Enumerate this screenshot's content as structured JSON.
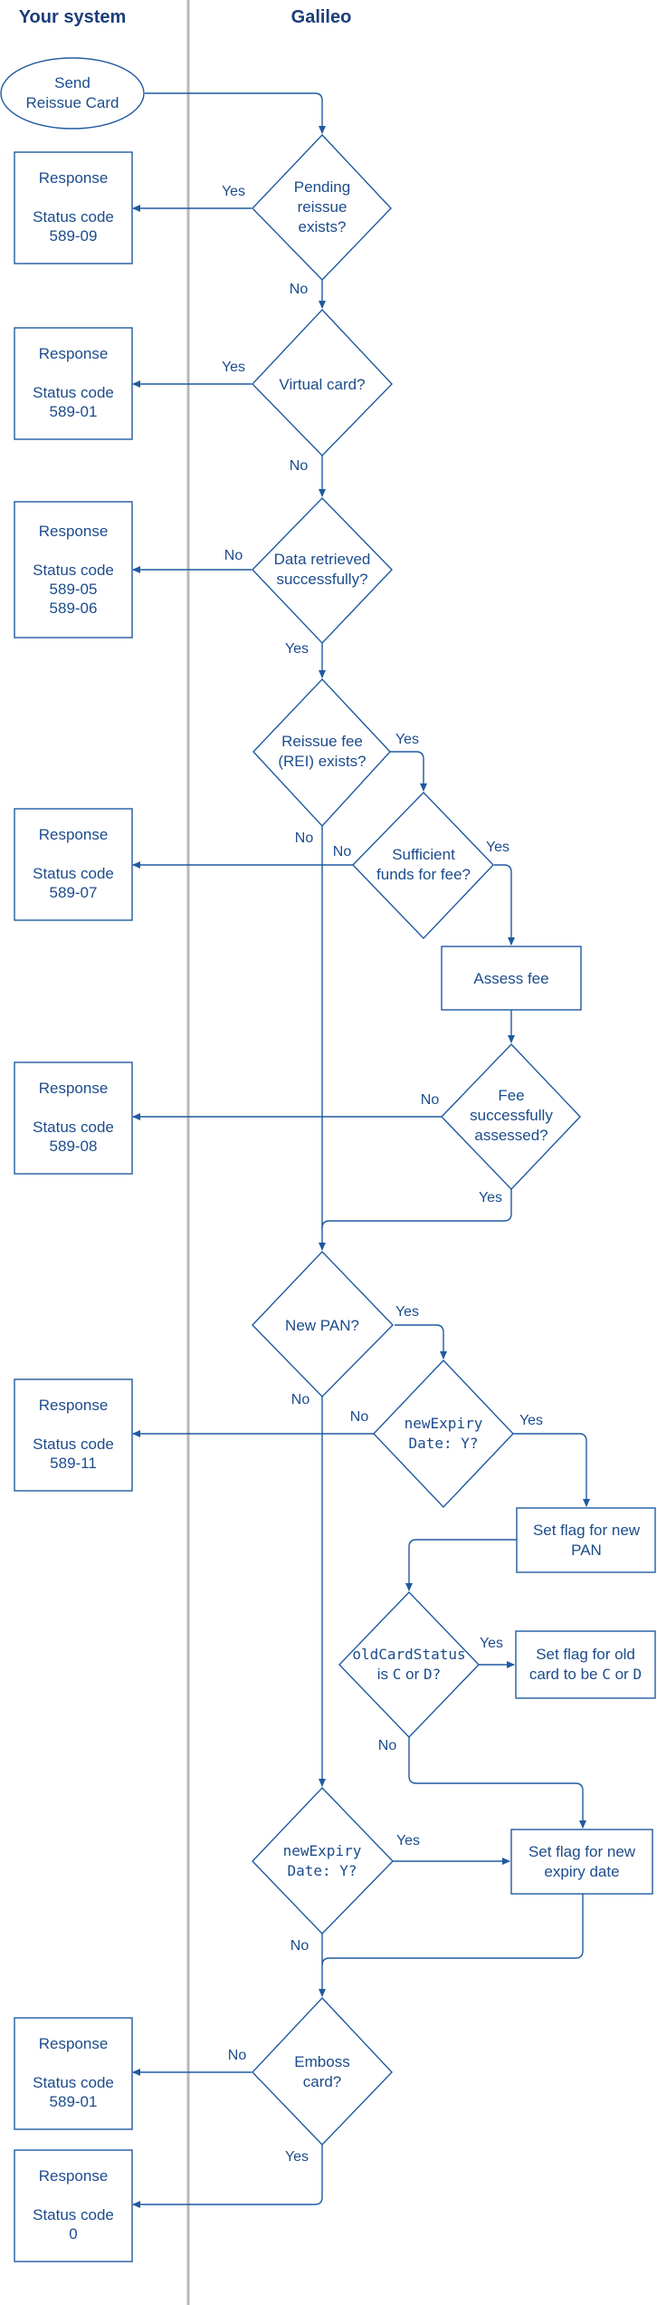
{
  "lanes": {
    "left": "Your system",
    "right": "Galileo"
  },
  "start": {
    "line1": "Send",
    "line2": "Reissue Card"
  },
  "responses": {
    "r1": {
      "title": "Response",
      "line1": "Status code",
      "line2": "589-09"
    },
    "r2": {
      "title": "Response",
      "line1": "Status code",
      "line2": "589-01"
    },
    "r3": {
      "title": "Response",
      "line1": "Status code",
      "line2": "589-05",
      "line3": "589-06"
    },
    "r4": {
      "title": "Response",
      "line1": "Status code",
      "line2": "589-07"
    },
    "r5": {
      "title": "Response",
      "line1": "Status code",
      "line2": "589-08"
    },
    "r6": {
      "title": "Response",
      "line1": "Status code",
      "line2": "589-11"
    },
    "r7": {
      "title": "Response",
      "line1": "Status code",
      "line2": "589-01"
    },
    "r8": {
      "title": "Response",
      "line1": "Status code",
      "line2": "0"
    }
  },
  "decisions": {
    "pending": {
      "line1": "Pending",
      "line2": "reissue",
      "line3": "exists?"
    },
    "virtual": {
      "line1": "Virtual card?"
    },
    "data": {
      "line1": "Data retrieved",
      "line2": "successfully?"
    },
    "reissue_fee": {
      "line1": "Reissue fee",
      "line2": "(REI) exists?"
    },
    "funds": {
      "line1": "Sufficient",
      "line2": "funds for fee?"
    },
    "fee_assessed": {
      "line1": "Fee",
      "line2": "successfully",
      "line3": "assessed?"
    },
    "new_pan": {
      "line1": "New PAN?"
    },
    "new_expiry1": {
      "line1": "newExpiry",
      "line2": "Date: Y?"
    },
    "old_status": {
      "line1": "oldCardStatus",
      "line2a": "is ",
      "c": "C",
      "or": " or ",
      "d": "D",
      "q": "?"
    },
    "new_expiry2": {
      "line1": "newExpiry",
      "line2": "Date: Y?"
    },
    "emboss": {
      "line1": "Emboss",
      "line2": "card?"
    }
  },
  "processes": {
    "assess_fee": {
      "line1": "Assess fee"
    },
    "flag_pan": {
      "line1": "Set flag for new",
      "line2": "PAN"
    },
    "flag_old": {
      "line1": "Set flag for old",
      "line2a": "card to be ",
      "c": "C",
      "or": " or ",
      "d": "D"
    },
    "flag_expiry": {
      "line1": "Set flag for new",
      "line2": "expiry date"
    }
  },
  "edges": {
    "yes": "Yes",
    "no": "No"
  }
}
